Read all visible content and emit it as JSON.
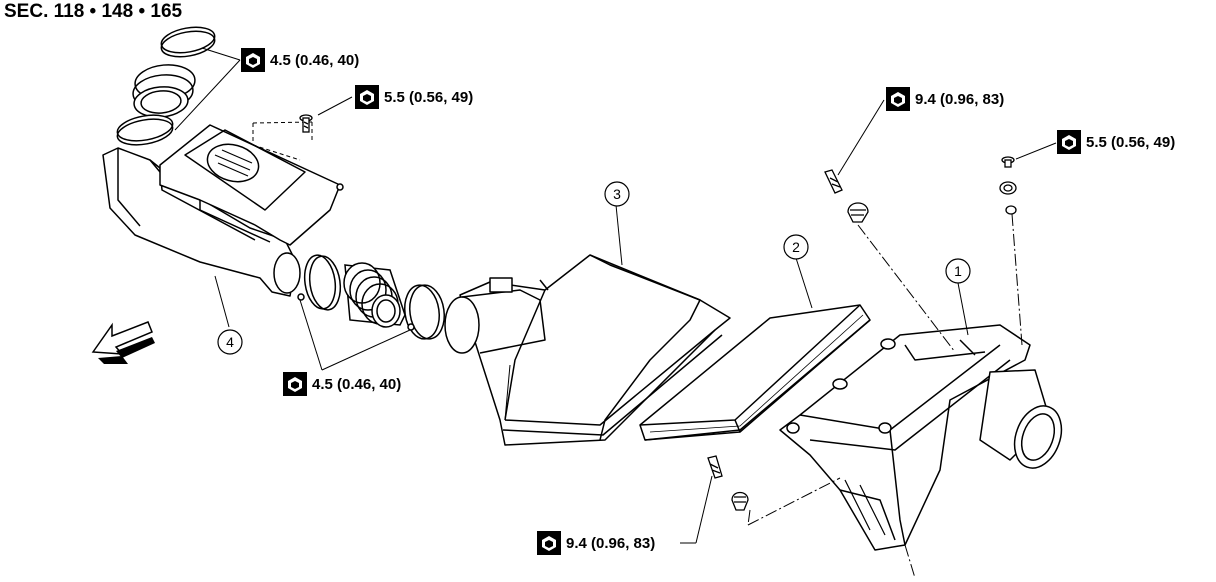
{
  "diagram": {
    "section_ref": "SEC. 118 • 148 • 165",
    "torque_icon": "torque-wrench-icon",
    "torque_specs": [
      {
        "id": "t1",
        "value": "4.5 (0.46, 40)"
      },
      {
        "id": "t2",
        "value": "5.5 (0.56, 49)"
      },
      {
        "id": "t3",
        "value": "9.4 (0.96, 83)"
      },
      {
        "id": "t4",
        "value": "5.5 (0.56, 49)"
      },
      {
        "id": "t5",
        "value": "4.5 (0.46, 40)"
      },
      {
        "id": "t6",
        "value": "9.4 (0.96, 83)"
      }
    ],
    "callouts": [
      {
        "id": "c1",
        "label": "1"
      },
      {
        "id": "c2",
        "label": "2"
      },
      {
        "id": "c3",
        "label": "3"
      },
      {
        "id": "c4",
        "label": "4"
      }
    ],
    "front_arrow_icon": "front-direction-arrow-icon"
  }
}
